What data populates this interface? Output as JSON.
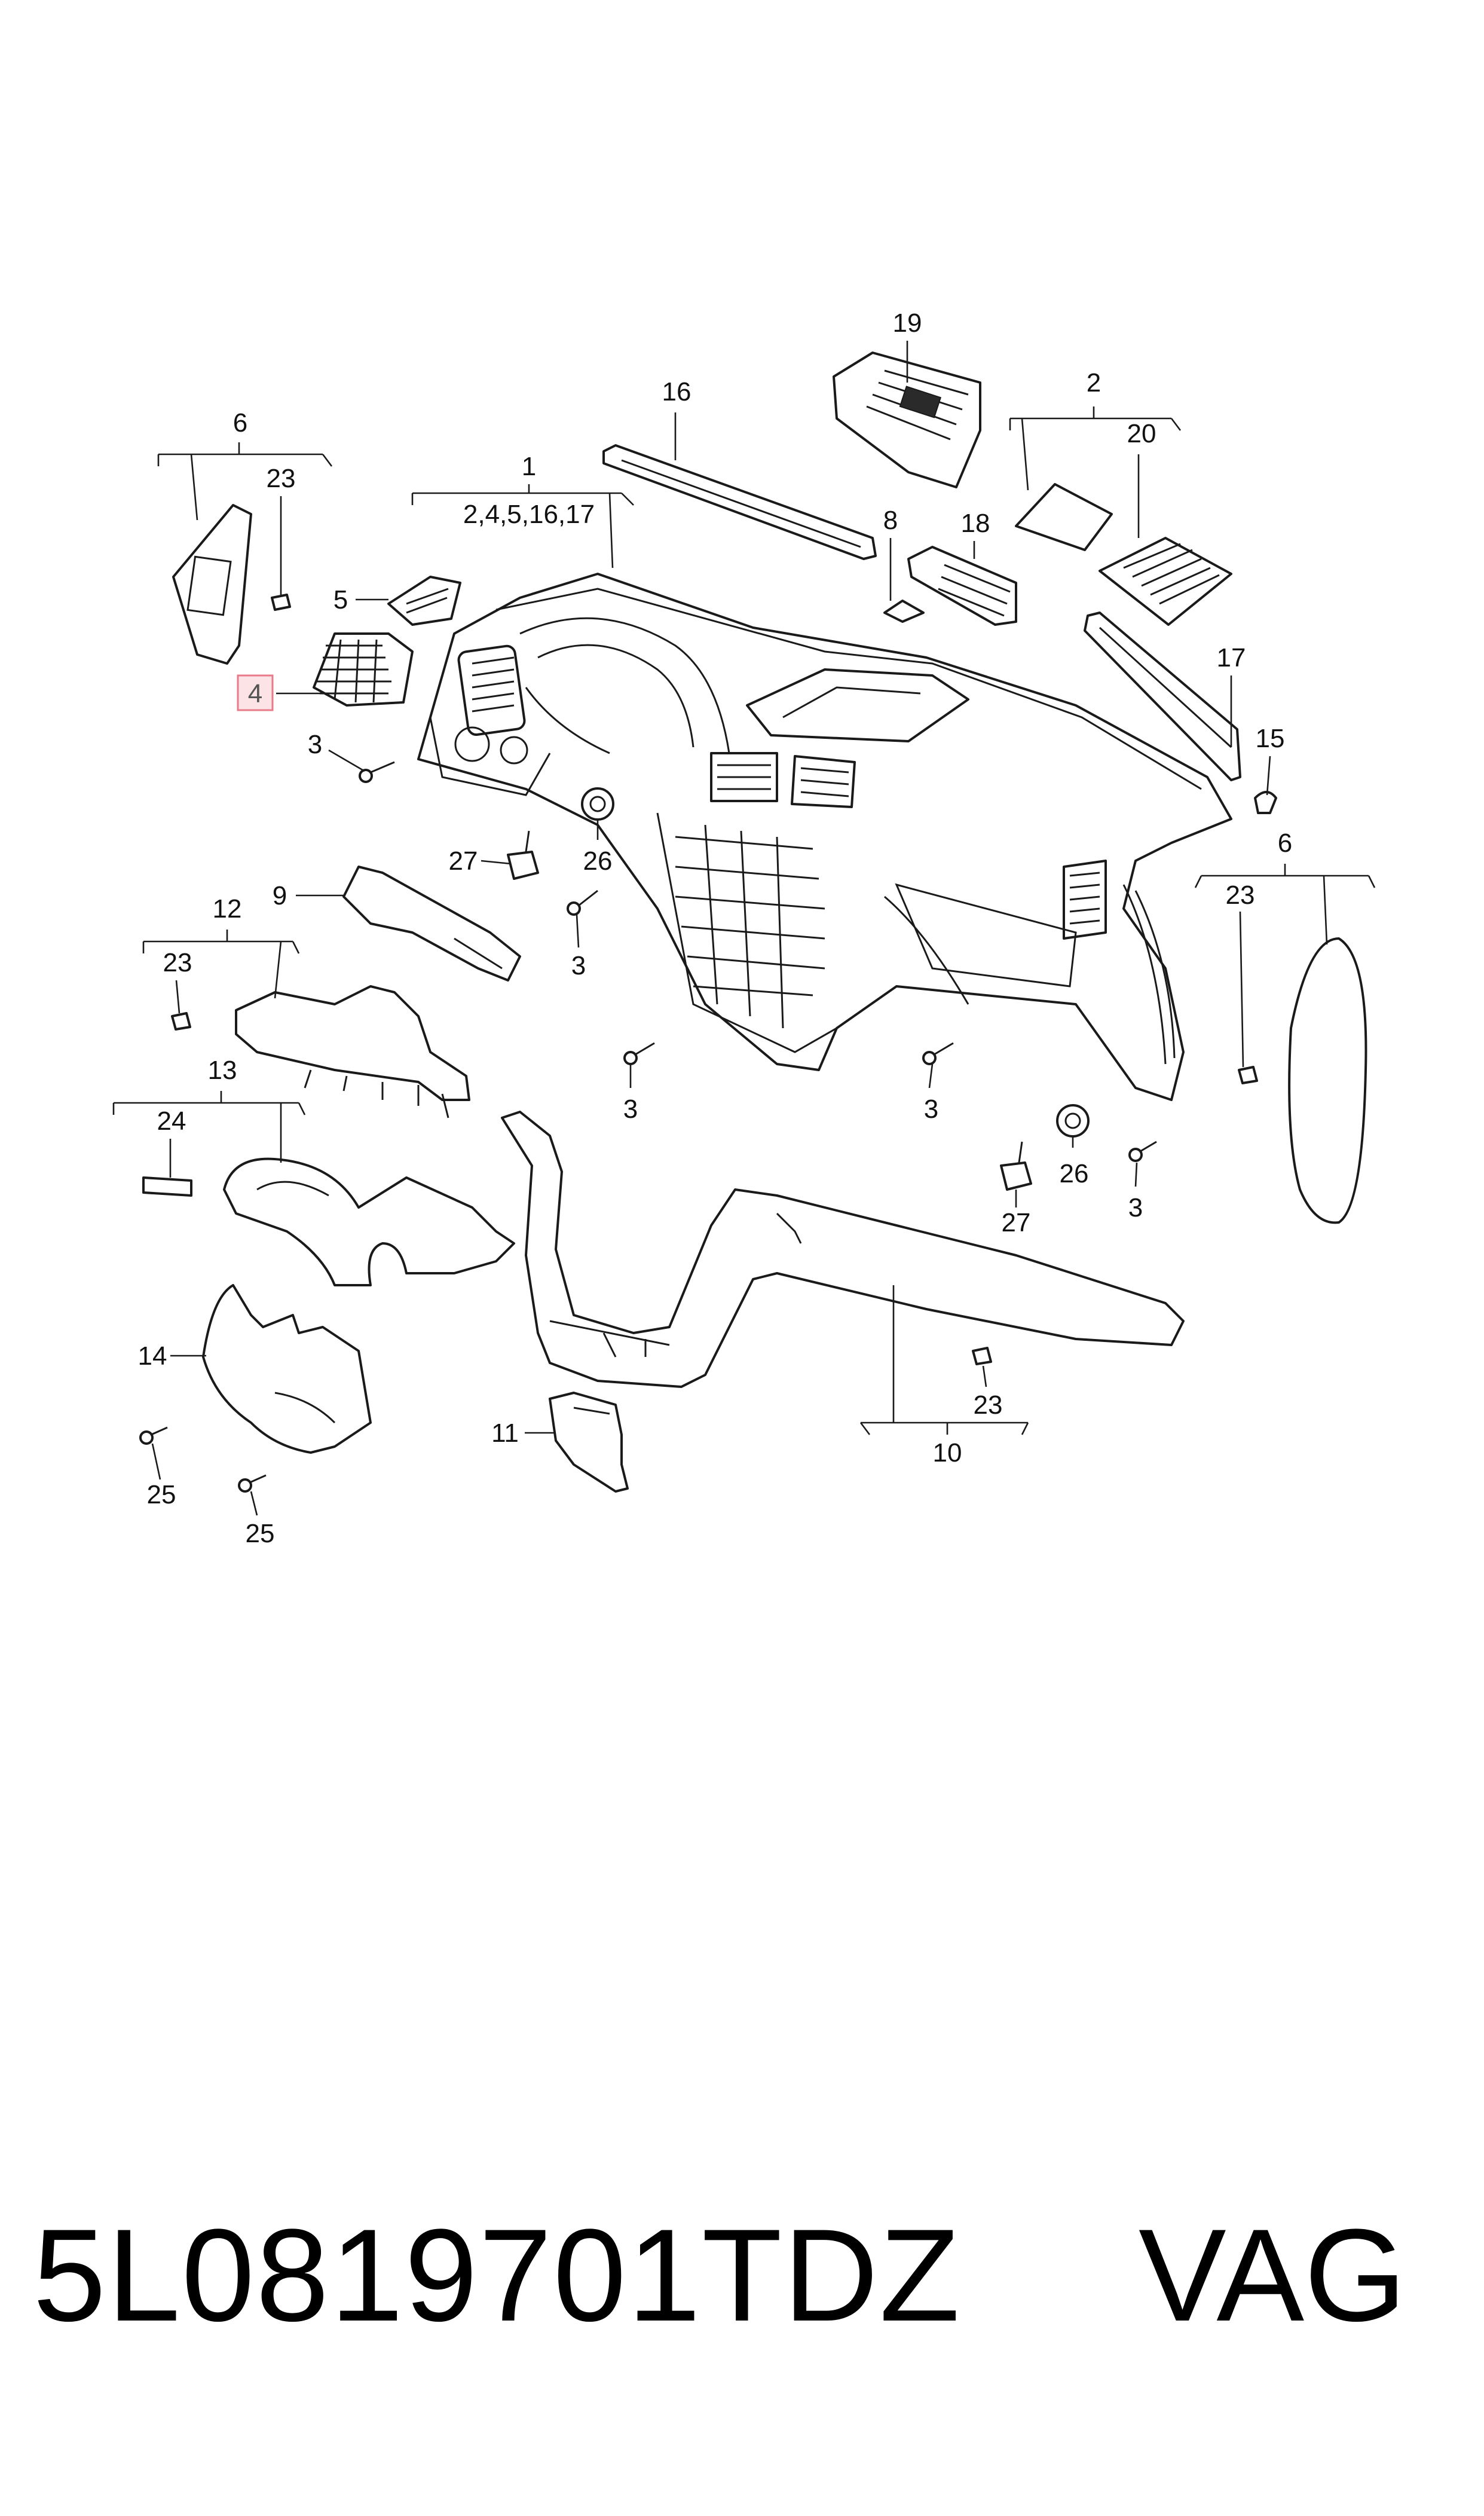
{
  "callouts": {
    "c1": "1",
    "c1_sub": "2,4,5,16,17",
    "c2": "2",
    "c3": "3",
    "c4": "4",
    "c5": "5",
    "c6": "6",
    "c8": "8",
    "c9": "9",
    "c10": "10",
    "c11": "11",
    "c12": "12",
    "c13": "13",
    "c14": "14",
    "c15": "15",
    "c16": "16",
    "c17": "17",
    "c18": "18",
    "c19": "19",
    "c20": "20",
    "c23": "23",
    "c24": "24",
    "c25": "25",
    "c26": "26",
    "c27": "27"
  },
  "highlight_color": "#e87a8a",
  "footer": {
    "part_number": "5L0819701TDZ",
    "brand": "VAG"
  }
}
